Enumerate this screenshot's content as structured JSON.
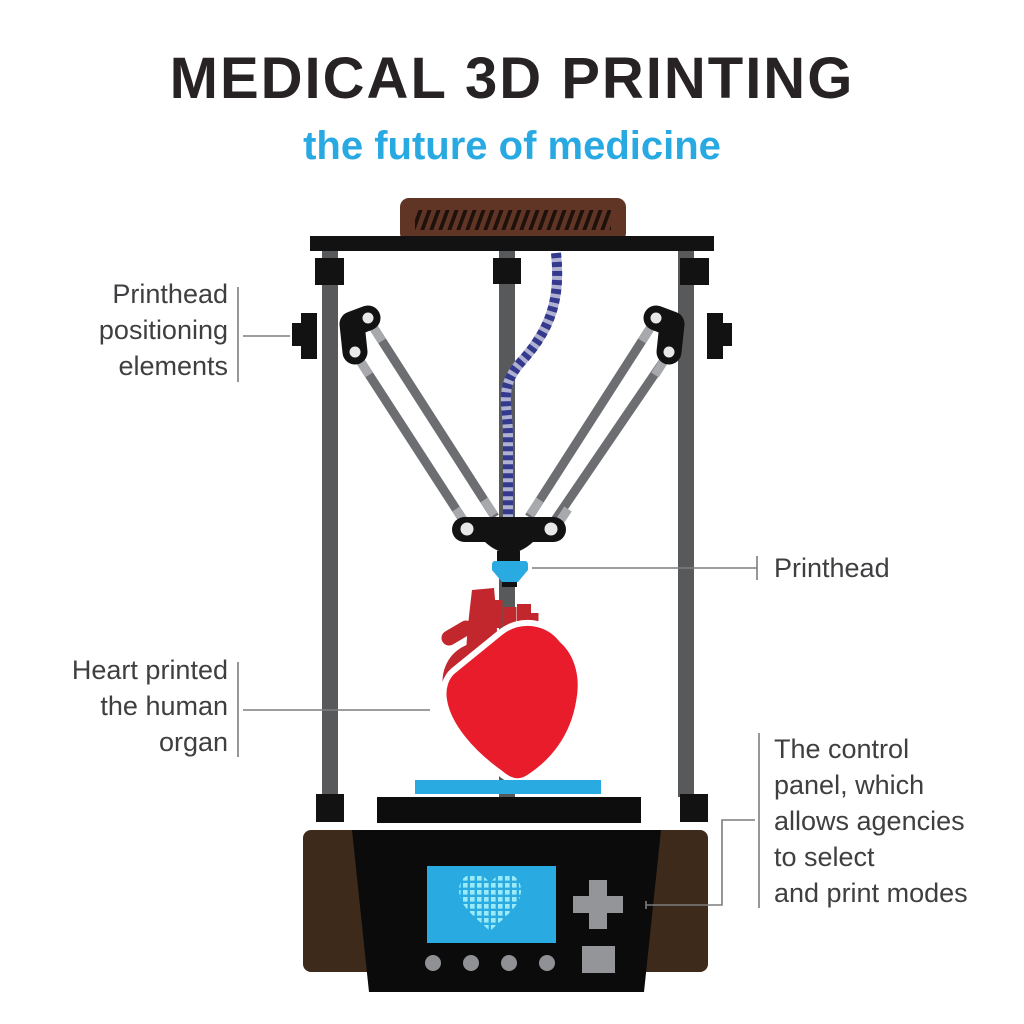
{
  "header": {
    "title": "MEDICAL 3D PRINTING",
    "subtitle": "the future of medicine"
  },
  "callouts": {
    "printhead_positioning": "Printhead\npositioning\nelements",
    "printhead": "Printhead",
    "printed_heart": "Heart printed\nthe human\norgan",
    "control_panel": "The control\npanel, which\nallows agencies\nto select\nand print modes"
  },
  "colors": {
    "title_text": "#272324",
    "accent_blue": "#29a9e2",
    "callout_text": "#3f3f41",
    "leader_line": "#7d7d7d",
    "frame_gray": "#58595b",
    "arm_gray": "#6d6e71",
    "arm_tip_gray": "#a7a9ac",
    "machine_black": "#121212",
    "top_cover_brown": "#613526",
    "base_brown": "#3e2a1b",
    "heart_red": "#e81c2a",
    "heart_dark_red": "#c1272d",
    "screen_blue": "#29abe2",
    "screen_pixel_cyan": "#9aeaf8",
    "button_gray": "#939598",
    "cable_navy": "#333a8e"
  },
  "diagram_parts": [
    "printer-top-cover",
    "printer-top-plate",
    "frame-columns",
    "printhead-positioning-motors",
    "delta-arms",
    "filament-cable",
    "printhead-carriage",
    "printhead-nozzle",
    "printed-heart-model",
    "print-bed",
    "build-platform",
    "printer-base",
    "control-panel-screen",
    "dpad-button",
    "mode-button",
    "panel-buttons"
  ]
}
